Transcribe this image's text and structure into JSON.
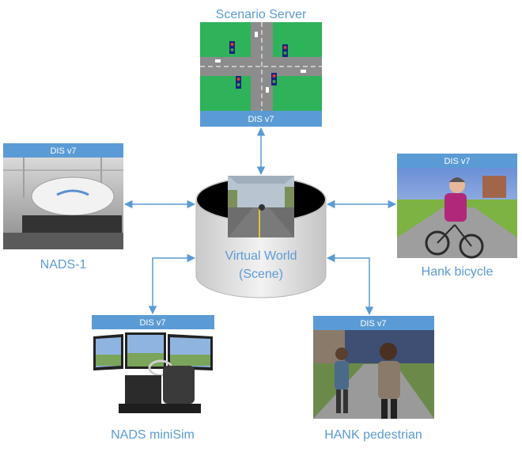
{
  "nodes": {
    "scenario_server": {
      "label": "Scenario Server",
      "bar": "DIS v7"
    },
    "nads1": {
      "label": "NADS-1",
      "bar": "DIS v7"
    },
    "hank_bicycle": {
      "label": "Hank bicycle",
      "bar": "DIS v7"
    },
    "nads_minisim": {
      "label": "NADS miniSim",
      "bar": "DIS v7"
    },
    "hank_pedestrian": {
      "label": "HANK pedestrian",
      "bar": "DIS v7"
    }
  },
  "center": {
    "line1": "Virtual World",
    "line2": "(Scene)"
  },
  "colors": {
    "accent": "#5b9bd5",
    "bar": "#5b9bd5",
    "arrow": "#5b9bd5",
    "grass": "#2eb35a",
    "road": "#8c8c8c"
  }
}
